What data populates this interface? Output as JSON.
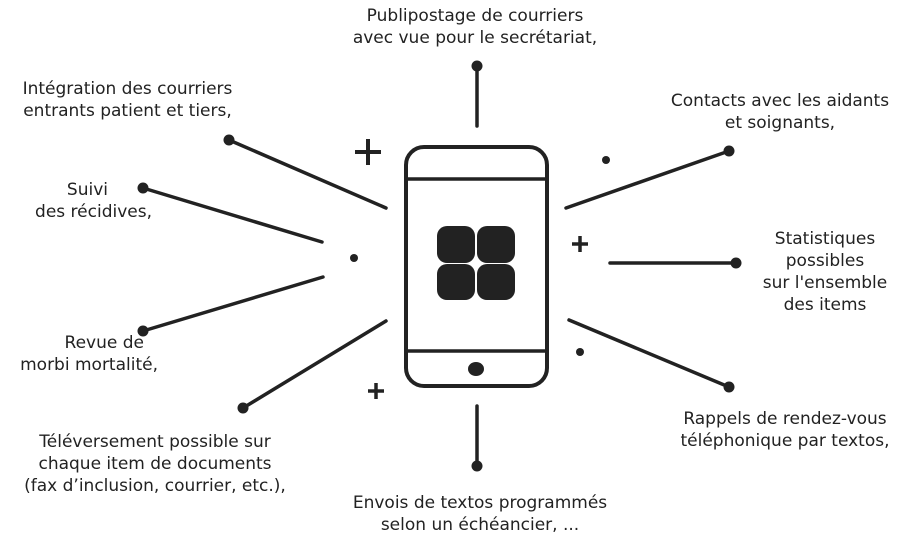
{
  "features": [
    {
      "id": "publipostage",
      "lines": [
        "Publipostage de courriers",
        "avec vue pour le secrétariat,"
      ]
    },
    {
      "id": "integration",
      "lines": [
        "Intégration des courriers",
        "entrants patient et tiers,"
      ]
    },
    {
      "id": "contacts",
      "lines": [
        "Contacts avec les aidants",
        "et soignants,"
      ]
    },
    {
      "id": "suivi",
      "lines": [
        "Suivi",
        "des récidives,"
      ]
    },
    {
      "id": "statistiques",
      "lines": [
        "Statistiques",
        "possibles",
        "sur l'ensemble",
        "des items"
      ]
    },
    {
      "id": "revue",
      "lines": [
        "Revue de",
        "morbi mortalité,"
      ]
    },
    {
      "id": "rappels",
      "lines": [
        "Rappels de rendez-vous",
        "téléphonique par textos,"
      ]
    },
    {
      "id": "televersement",
      "lines": [
        "Téléversement possible sur",
        "chaque item de documents",
        "(fax d’inclusion, courrier, etc.),"
      ]
    },
    {
      "id": "envois",
      "lines": [
        "Envois de textos programmés",
        "selon un échéancier, ..."
      ]
    }
  ],
  "colors": {
    "stroke": "#222222",
    "background": "#ffffff"
  }
}
